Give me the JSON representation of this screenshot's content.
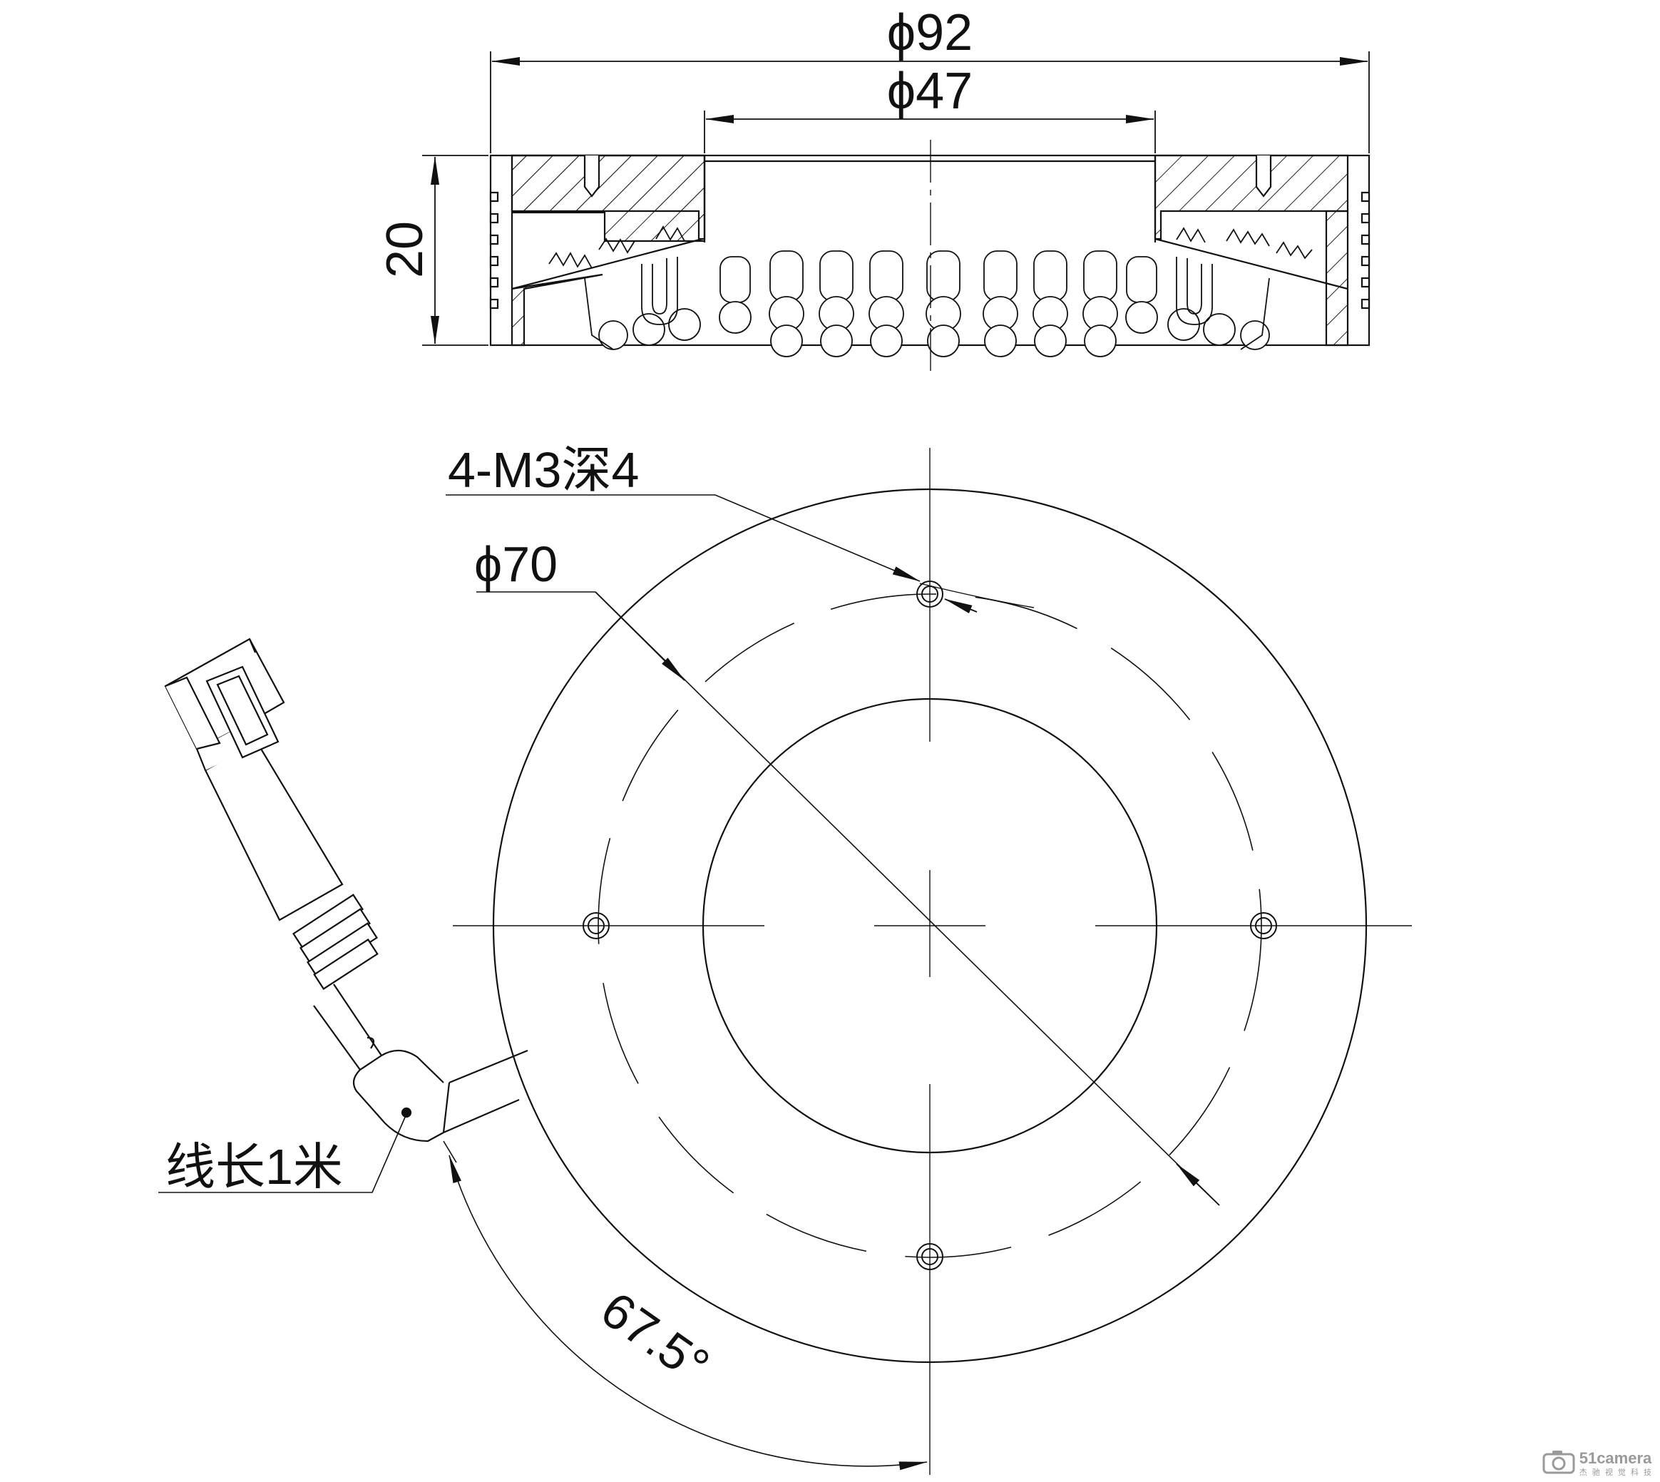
{
  "dimensions": {
    "outer_diameter": "ϕ92",
    "inner_diameter": "ϕ47",
    "height": "20",
    "hole_spec": "4-M3深4",
    "bolt_circle": "ϕ70",
    "cable_length": "线长1米",
    "cable_angle": "67.5°"
  },
  "watermark": {
    "brand": "51camera",
    "sub": "杰 驰 视 觉 科 技"
  }
}
